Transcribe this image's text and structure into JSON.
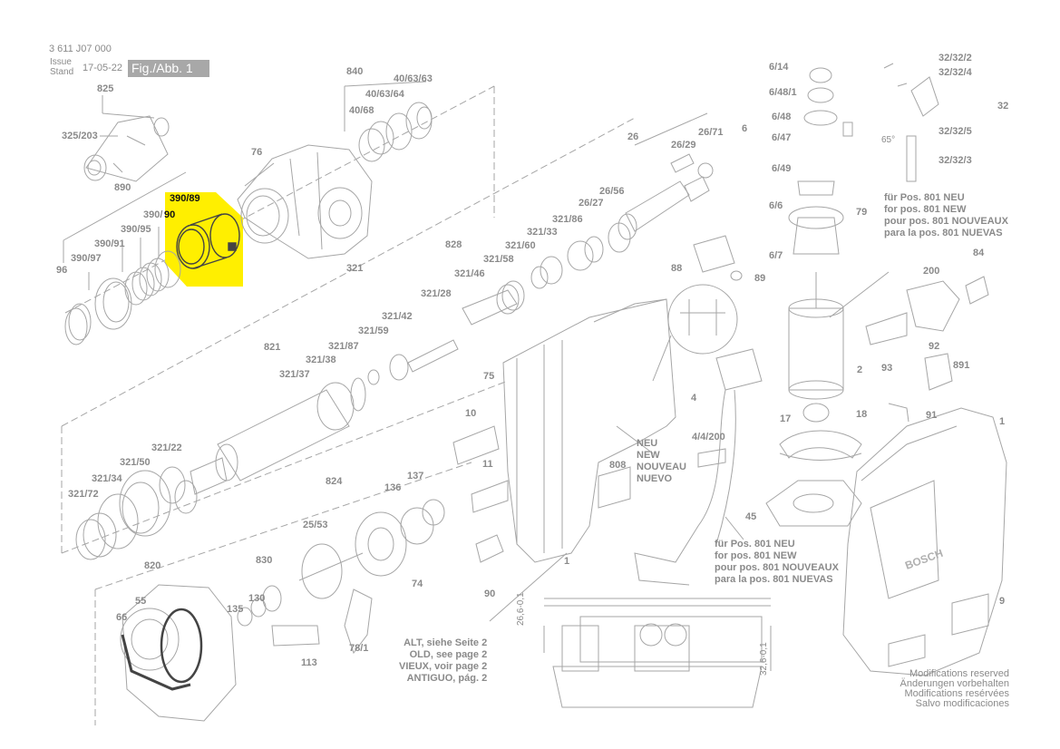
{
  "header": {
    "doc_number": "3 611 J07 000",
    "issue_label_1": "Issue",
    "issue_label_2": "Stand",
    "date": "17-05-22",
    "figure": "Fig./Abb. 1"
  },
  "highlight": {
    "color": "#ffef00",
    "labels": [
      "390/89",
      "390/90"
    ]
  },
  "part_labels": {
    "p825": "825",
    "p325_203": "325/203",
    "p890": "890",
    "p390_89": "390/89",
    "p390": "390/",
    "p90": "90",
    "p390_95": "390/95",
    "p390_91": "390/91",
    "p390_97": "390/97",
    "p96": "96",
    "p840": "840",
    "p40_63_63": "40/63/63",
    "p40_63_64": "40/63/64",
    "p40_68": "40/68",
    "p76": "76",
    "p321": "321",
    "p828": "828",
    "p26": "26",
    "p26_29": "26/29",
    "p26_71": "26/71",
    "p26_56": "26/56",
    "p26_27": "26/27",
    "p321_86": "321/86",
    "p321_33": "321/33",
    "p321_60": "321/60",
    "p321_58": "321/58",
    "p321_46": "321/46",
    "p321_28": "321/28",
    "p321_42": "321/42",
    "p321_59": "321/59",
    "p821": "821",
    "p321_87": "321/87",
    "p321_38": "321/38",
    "p321_37": "321/37",
    "p321_22": "321/22",
    "p321_50": "321/50",
    "p321_34": "321/34",
    "p321_72": "321/72",
    "p824": "824",
    "p137": "137",
    "p136": "136",
    "p25_53": "25/53",
    "p830": "830",
    "p74": "74",
    "p820": "820",
    "p55": "55",
    "p66": "66",
    "p135": "135",
    "p130": "130",
    "p113": "113",
    "p78_1": "78/1",
    "p75": "75",
    "p10": "10",
    "p11": "11",
    "p808": "808",
    "p90b": "90",
    "p1a": "1",
    "p88": "88",
    "p89": "89",
    "p4": "4",
    "p4_4_200": "4/4/200",
    "p45": "45",
    "p6": "6",
    "p6_14": "6/14",
    "p6_48_1": "6/48/1",
    "p6_48": "6/48",
    "p6_47": "6/47",
    "p6_49": "6/49",
    "p6_6": "6/6",
    "p6_7": "6/7",
    "p79": "79",
    "p32": "32",
    "p32_32_2": "32/32/2",
    "p32_32_4": "32/32/4",
    "p32_32_5": "32/32/5",
    "p32_32_3": "32/32/3",
    "angle65": "65°",
    "p84": "84",
    "p200": "200",
    "p93": "93",
    "p92": "92",
    "p891": "891",
    "p2": "2",
    "p17": "17",
    "p18": "18",
    "p91": "91",
    "p1b": "1",
    "p9": "9",
    "dim_26_6": "26,6-0,1",
    "dim_32_6": "32,6-0,1"
  },
  "notes": {
    "new_motor": [
      "für Pos. 801 NEU",
      "for pos. 801 NEW",
      "pour pos. 801 NOUVEAUX",
      "para la pos. 801 NUEVAS"
    ],
    "new_housing": [
      "NEU",
      "NEW",
      "NOUVEAU",
      "NUEVO"
    ],
    "new_motor_2": [
      "für Pos. 801 NEU",
      "for pos. 801 NEW",
      "pour pos. 801 NOUVEAUX",
      "para la pos. 801 NUEVAS"
    ],
    "old": [
      "ALT, siehe Seite 2",
      "OLD, see page 2",
      "VIEUX, voir page 2",
      "ANTIGUO, pág. 2"
    ],
    "modifications": [
      "Modifications reserved",
      "Änderungen vorbehalten",
      "Modifications resérvées",
      "Salvo modificaciones"
    ]
  },
  "brand_mark": "BOSCH",
  "colors": {
    "line": "#9a9a9a",
    "text": "#8a8a8a",
    "highlight": "#ffef00",
    "figbox": "#a8a8a8"
  }
}
